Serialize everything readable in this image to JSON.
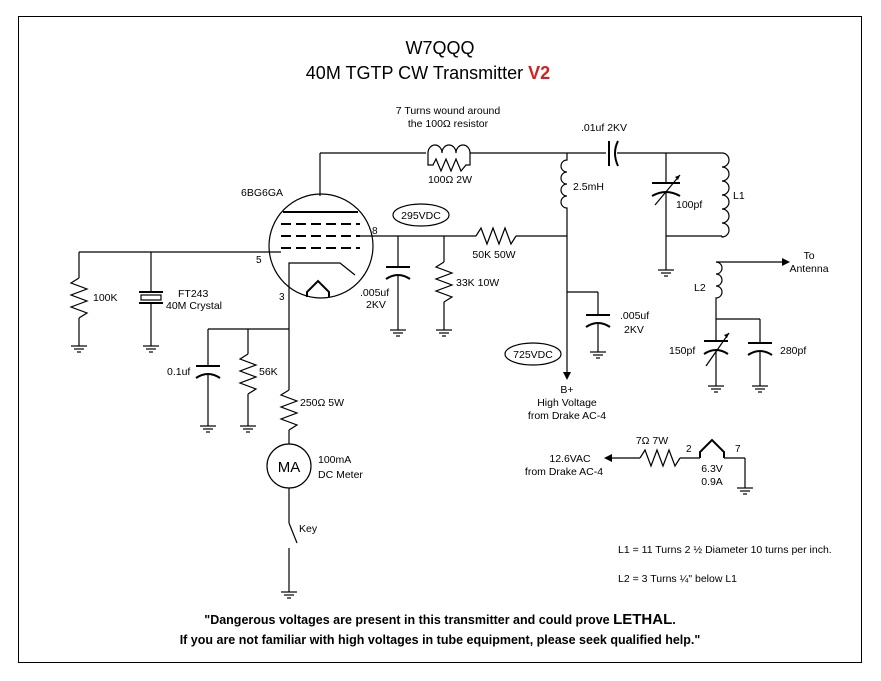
{
  "title": {
    "callsign": "W7QQQ",
    "main": "40M TGTP CW Transmitter ",
    "version": "V2",
    "version_color": "#d42020"
  },
  "tube": {
    "name": "6BG6GA",
    "pin_plate": "8",
    "pin_grid": "5",
    "pin_cathode": "3"
  },
  "components": {
    "choke_note_1": "7 Turns wound around",
    "choke_note_2": "the 100Ω resistor",
    "choke_value": "100Ω  2W",
    "coupling_cap": ".01uf 2KV",
    "rfc": "2.5mH",
    "l1": "L1",
    "tune_cap": "100pf",
    "screen_voltage": "295VDC",
    "screen_resistor": "50K 50W",
    "bleeder": "33K 10W",
    "screen_cap_1": ".005uf",
    "screen_cap_2": "2KV",
    "grid_resistor": "100K",
    "crystal_1": "FT243",
    "crystal_2": "40M Crystal",
    "cathode_cap": "0.1uf",
    "cathode_res": "56K",
    "cathode_series": "250Ω 5W",
    "meter_symbol": "MA",
    "meter_1": "100mA",
    "meter_2": "DC Meter",
    "key": "Key",
    "bplus_voltage": "725VDC",
    "bypass_1": ".005uf",
    "bypass_2": "2KV",
    "bplus_1": "B+",
    "bplus_2": "High Voltage",
    "bplus_3": "from Drake AC-4",
    "to_1": "To",
    "to_2": "Antenna",
    "l2": "L2",
    "load_cap": "150pf",
    "fixed_cap": "280pf",
    "heater_res": "7Ω 7W",
    "heater_pin_a": "2",
    "heater_pin_b": "7",
    "heater_in_1": "12.6VAC",
    "heater_in_2": "from Drake AC-4",
    "heater_1": "6.3V",
    "heater_2": "0.9A"
  },
  "notes": {
    "l1": "L1 = 11 Turns 2 ½ Diameter 10 turns per inch.",
    "l2": "L2 = 3 Turns ¼\" below L1"
  },
  "warning": {
    "line1_pre": "\"Dangerous voltages are present in this transmitter and could prove ",
    "line1_emph": "LETHAL",
    "line1_post": ".",
    "line2": "If you are not familiar with high voltages in tube equipment, please seek qualified help.\""
  }
}
